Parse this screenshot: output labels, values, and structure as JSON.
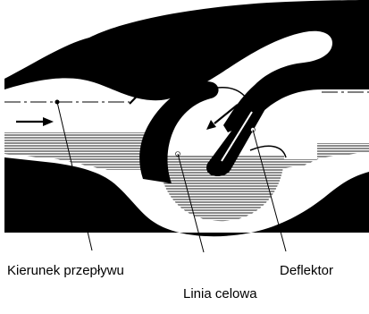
{
  "labels": {
    "flow_direction": "Kierunek przepływu",
    "deflector": "Deflektor",
    "sight_line": "Linia celowa"
  },
  "colors": {
    "solid": "#000000",
    "hatch": "#000000",
    "background": "#ffffff"
  }
}
